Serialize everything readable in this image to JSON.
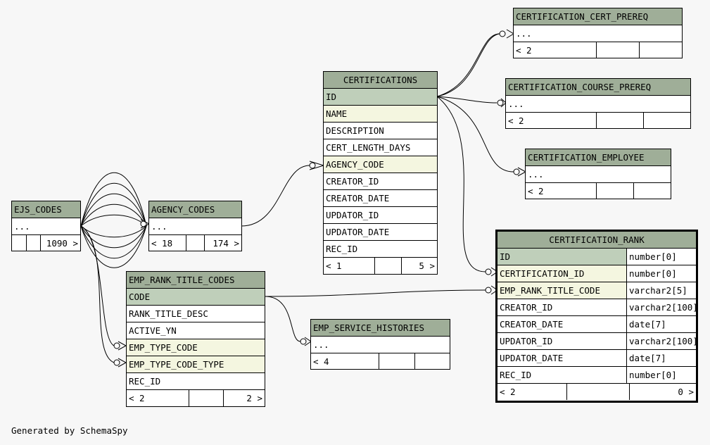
{
  "ejs_codes": {
    "name": "EJS_CODES",
    "ellipsis": "...",
    "foot": [
      "",
      "",
      "1090 >"
    ]
  },
  "agency_codes": {
    "name": "AGENCY_CODES",
    "ellipsis": "...",
    "foot": [
      "< 18",
      "",
      "174 >"
    ]
  },
  "certifications": {
    "name": "CERTIFICATIONS",
    "columns": [
      "ID",
      "NAME",
      "DESCRIPTION",
      "CERT_LENGTH_DAYS",
      "AGENCY_CODE",
      "CREATOR_ID",
      "CREATOR_DATE",
      "UPDATOR_ID",
      "UPDATOR_DATE",
      "REC_ID"
    ],
    "foot": [
      "< 1",
      "",
      "5 >"
    ]
  },
  "emp_rank_title_codes": {
    "name": "EMP_RANK_TITLE_CODES",
    "columns": [
      "CODE",
      "RANK_TITLE_DESC",
      "ACTIVE_YN",
      "EMP_TYPE_CODE",
      "EMP_TYPE_CODE_TYPE",
      "REC_ID"
    ],
    "foot": [
      "< 2",
      "",
      "2 >"
    ]
  },
  "emp_service_histories": {
    "name": "EMP_SERVICE_HISTORIES",
    "ellipsis": "...",
    "foot": [
      "< 4",
      "",
      ""
    ]
  },
  "cert_cert_prereq": {
    "name": "CERTIFICATION_CERT_PREREQ",
    "ellipsis": "...",
    "foot": [
      "< 2",
      "",
      ""
    ]
  },
  "cert_course_prereq": {
    "name": "CERTIFICATION_COURSE_PREREQ",
    "ellipsis": "...",
    "foot": [
      "< 2",
      "",
      ""
    ]
  },
  "cert_employee": {
    "name": "CERTIFICATION_EMPLOYEE",
    "ellipsis": "...",
    "foot": [
      "< 2",
      "",
      ""
    ]
  },
  "certification_rank": {
    "name": "CERTIFICATION_RANK",
    "columns": [
      {
        "name": "ID",
        "type": "number[0]"
      },
      {
        "name": "CERTIFICATION_ID",
        "type": "number[0]"
      },
      {
        "name": "EMP_RANK_TITLE_CODE",
        "type": "varchar2[5]"
      },
      {
        "name": "CREATOR_ID",
        "type": "varchar2[100]"
      },
      {
        "name": "CREATOR_DATE",
        "type": "date[7]"
      },
      {
        "name": "UPDATOR_ID",
        "type": "varchar2[100]"
      },
      {
        "name": "UPDATOR_DATE",
        "type": "date[7]"
      },
      {
        "name": "REC_ID",
        "type": "number[0]"
      }
    ],
    "foot": [
      "< 2",
      "",
      "0 >"
    ]
  },
  "footer": "Generated by SchemaSpy"
}
